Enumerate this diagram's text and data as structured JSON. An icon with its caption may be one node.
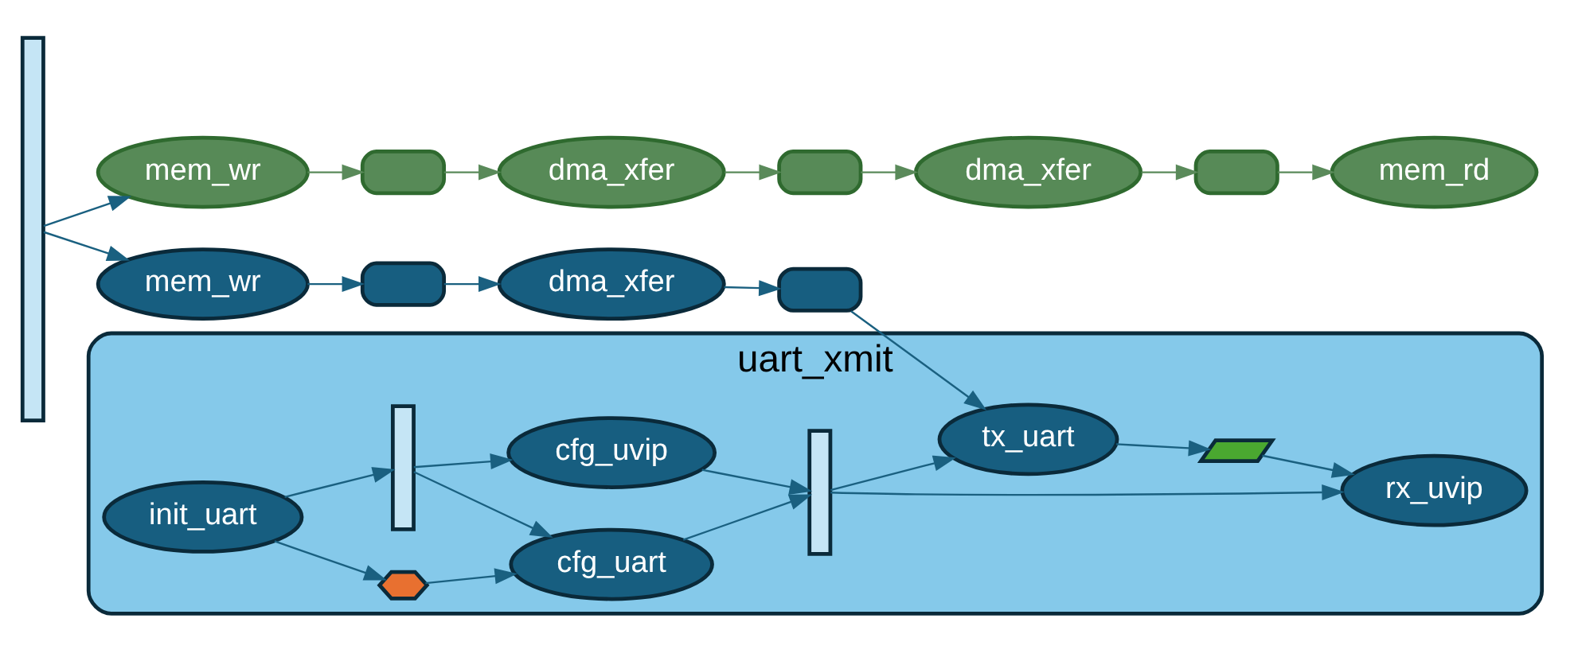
{
  "diagram": {
    "nodes": [
      {
        "text": [],
        "shape": "bar"
      },
      {
        "text": [
          "mem_wr"
        ]
      },
      {
        "text": [],
        "shape": "box"
      },
      {
        "text": [
          "dma_xfer"
        ]
      },
      {
        "text": [],
        "shape": "box"
      },
      {
        "text": [
          "uart_xmit"
        ]
      },
      {
        "text": [
          "init_uart"
        ],
        "in": 5
      },
      {
        "text": [],
        "shape": "hexagon",
        "in": 5
      },
      {
        "text": [],
        "shape": "bar",
        "in": 5
      },
      {
        "text": [
          "cfg_uart"
        ],
        "in": 5
      },
      {
        "text": [
          "cfg_uvip"
        ],
        "in": 5
      },
      {
        "text": [],
        "shape": "bar",
        "in": 5
      },
      {
        "text": [
          "tx_uart"
        ],
        "in": 5
      },
      {
        "text": [],
        "shape": "parallelogram",
        "in": 5
      },
      {
        "text": [
          "rx_uvip"
        ],
        "in": 5
      },
      {
        "text": [
          "mem_wr"
        ]
      },
      {
        "text": [],
        "shape": "box"
      },
      {
        "text": [
          "dma_xfer"
        ]
      },
      {
        "text": [],
        "shape": "box"
      },
      {
        "text": [
          "dma_xfer"
        ]
      },
      {
        "text": [],
        "shape": "box"
      },
      {
        "text": [
          "mem_rd"
        ]
      }
    ],
    "edges": [
      {
        "from": 0,
        "to": 1,
        "arrow": "to"
      },
      {
        "from": 1,
        "to": 2,
        "arrow": "to"
      },
      {
        "from": 2,
        "to": 3,
        "arrow": "to"
      },
      {
        "from": 3,
        "to": 4,
        "arrow": "to"
      },
      {
        "from": 4,
        "to": 12,
        "arrow": "to"
      },
      {
        "from": 6,
        "to": 7,
        "arrow": "to"
      },
      {
        "from": 7,
        "to": 9,
        "arrow": "to"
      },
      {
        "from": 6,
        "to": 8,
        "arrow": "to"
      },
      {
        "from": 8,
        "to": 9,
        "arrow": "to"
      },
      {
        "from": 8,
        "to": 10,
        "arrow": "to"
      },
      {
        "from": 9,
        "to": 11,
        "arrow": "to"
      },
      {
        "from": 10,
        "to": 11,
        "arrow": "to"
      },
      {
        "from": 11,
        "to": 12,
        "arrow": "to"
      },
      {
        "from": 11,
        "to": 14,
        "arrow": "to"
      },
      {
        "from": 12,
        "to": 13,
        "arrow": "to"
      },
      {
        "from": 13,
        "to": 14,
        "arrow": "to"
      },
      {
        "from": 0,
        "to": 15,
        "arrow": "to"
      },
      {
        "from": 15,
        "to": 16,
        "arrow": "to",
        "color": "#5a8a5a"
      },
      {
        "from": 16,
        "to": 17,
        "arrow": "to",
        "color": "#5a8a5a"
      },
      {
        "from": 17,
        "to": 18,
        "arrow": "to",
        "color": "#5a8a5a"
      },
      {
        "from": 18,
        "to": 19,
        "arrow": "to",
        "color": "#5a8a5a"
      },
      {
        "from": 19,
        "to": 20,
        "arrow": "to",
        "color": "#5a8a5a"
      },
      {
        "from": 20,
        "to": 21,
        "arrow": "to",
        "color": "#5a8a5a"
      }
    ]
  }
}
